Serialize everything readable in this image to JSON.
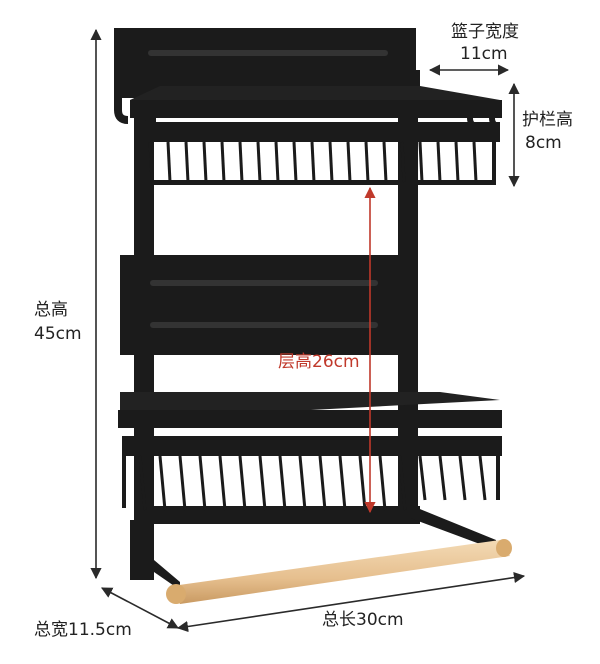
{
  "labels": {
    "basket_width_title": "篮子宽度",
    "basket_width_value": "11cm",
    "rail_height_title": "护栏高",
    "rail_height_value": "8cm",
    "total_height_title": "总高",
    "total_height_value": "45cm",
    "layer_height": "层高26cm",
    "total_width": "总宽11.5cm",
    "total_length": "总长30cm"
  },
  "colors": {
    "rack": "#1b1b1b",
    "rack_highlight": "#3a3a3a",
    "wood": "#e9c79a",
    "dimension_line": "#2a2a2a",
    "accent": "#c0392b"
  }
}
